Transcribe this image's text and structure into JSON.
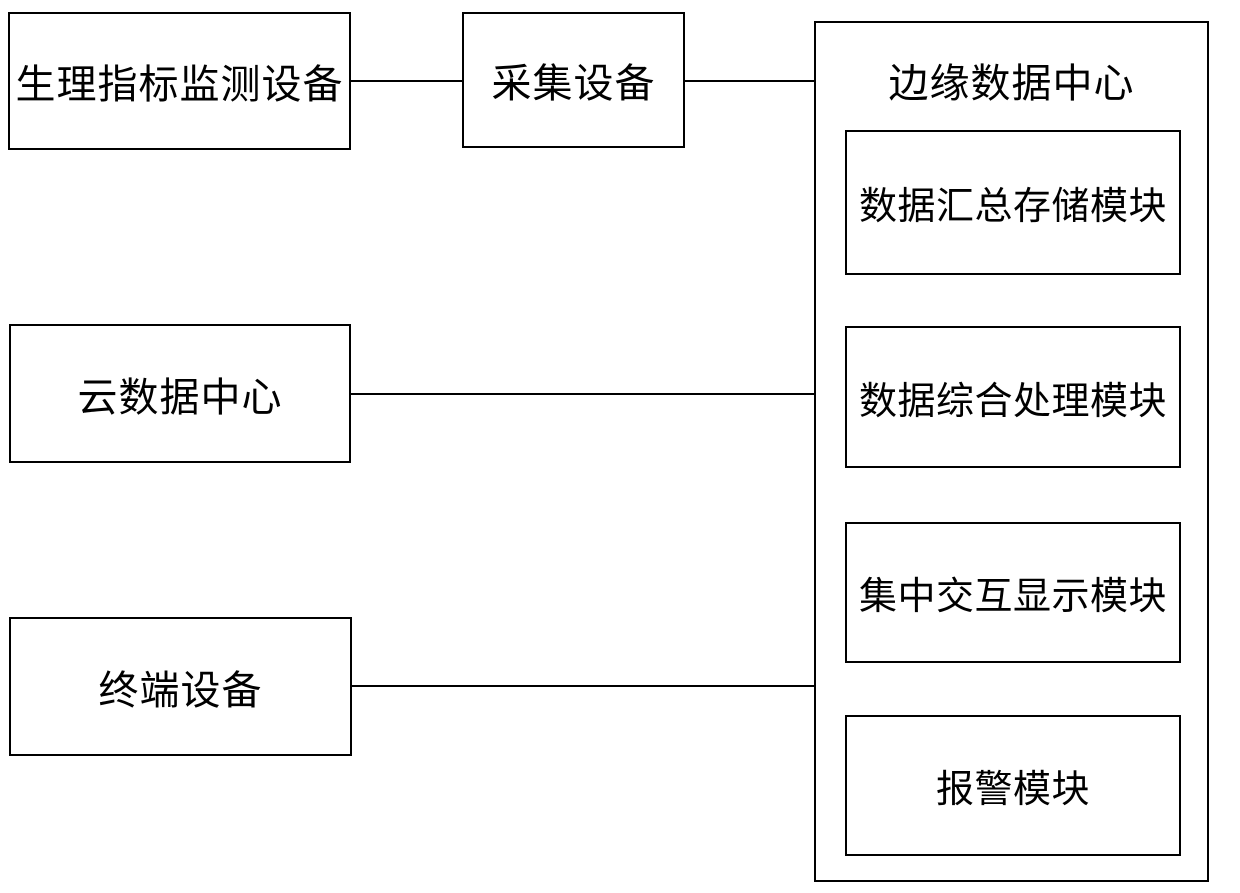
{
  "diagram": {
    "type": "block-diagram",
    "background_color": "#ffffff",
    "line_color": "#000000",
    "text_color": "#000000",
    "nodes": {
      "physio": {
        "label": "生理指标监测设备"
      },
      "collector": {
        "label": "采集设备"
      },
      "cloud": {
        "label": "云数据中心"
      },
      "terminal": {
        "label": "终端设备"
      },
      "edge_center": {
        "title": "边缘数据中心",
        "modules": [
          {
            "label": "数据汇总存储模块"
          },
          {
            "label": "数据综合处理模块"
          },
          {
            "label": "集中交互显示模块"
          },
          {
            "label": "报警模块"
          }
        ]
      }
    },
    "connections": [
      {
        "from": "physio",
        "to": "collector"
      },
      {
        "from": "collector",
        "to": "edge_center"
      },
      {
        "from": "cloud",
        "to": "edge_center"
      },
      {
        "from": "terminal",
        "to": "edge_center"
      }
    ]
  }
}
